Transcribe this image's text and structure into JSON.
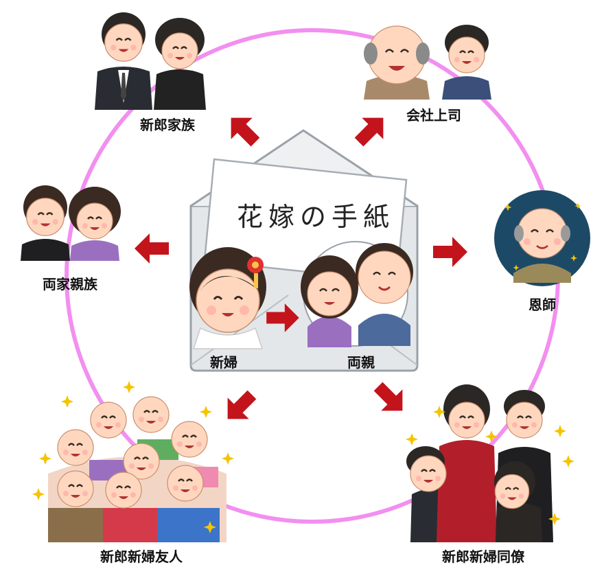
{
  "center": {
    "title": "花嫁の手紙",
    "sender_label": "新婦",
    "recipient_label": "両親"
  },
  "recipients": {
    "groom_family": "新郎家族",
    "boss": "会社上司",
    "teacher": "恩師",
    "both_relatives": "両家親族",
    "friends": "新郎新婦友人",
    "coworkers": "新郎新婦同僚"
  },
  "colors": {
    "ring": "#f28ff0",
    "arrow": "#c3141c",
    "envelope": "#e4e7ea",
    "envelope_stroke": "#9aa1a8",
    "letter": "#ffffff",
    "skin": "#ffd7bf",
    "hair": "#3a2a22",
    "navy_night": "#1c4a66"
  }
}
